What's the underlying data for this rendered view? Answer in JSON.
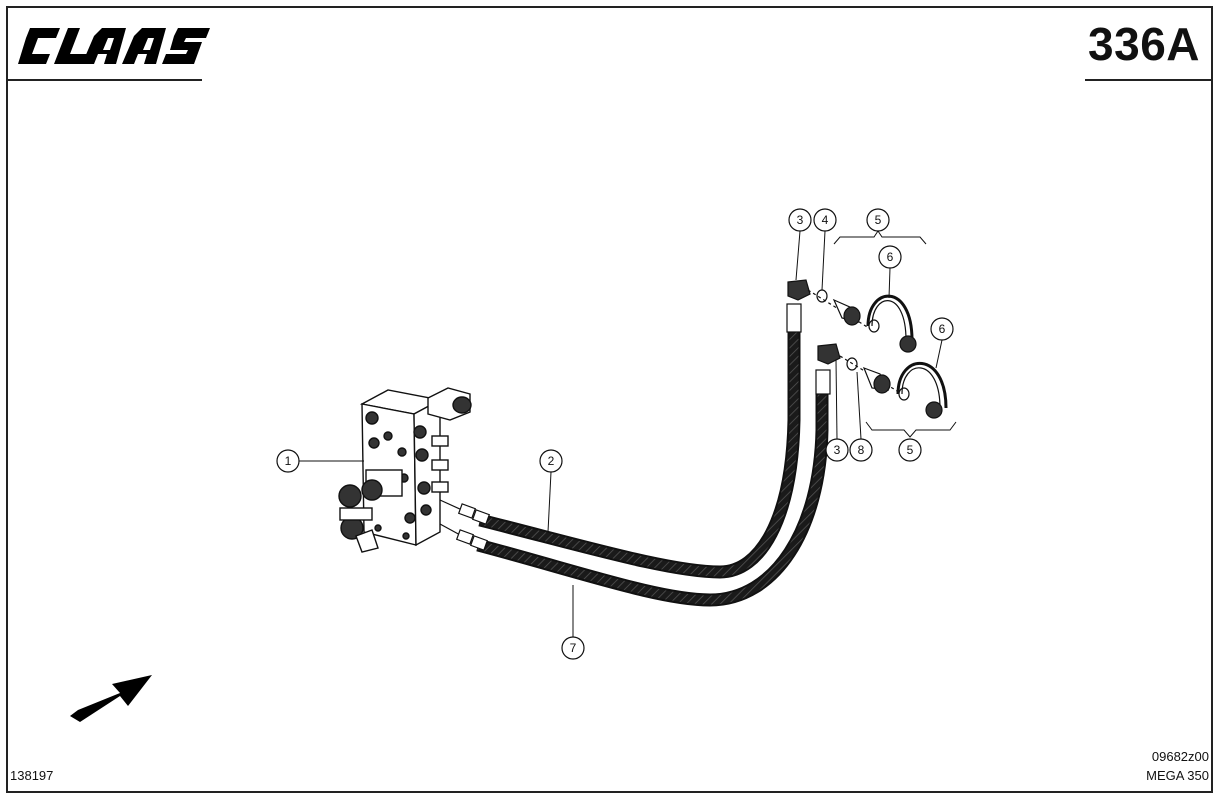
{
  "header": {
    "brand_logo_text": "CLAAS",
    "page_number": "336A"
  },
  "footer": {
    "left_code": "138197",
    "drawing_code": "09682z00",
    "model": "MEGA 350"
  },
  "callouts": {
    "c1": "1",
    "c2": "2",
    "c3a": "3",
    "c4": "4",
    "c5a": "5",
    "c6a": "6",
    "c6b": "6",
    "c3b": "3",
    "c8": "8",
    "c5b": "5",
    "c7": "7"
  },
  "icons": {
    "direction_arrow": "forward-direction-arrow-icon"
  }
}
